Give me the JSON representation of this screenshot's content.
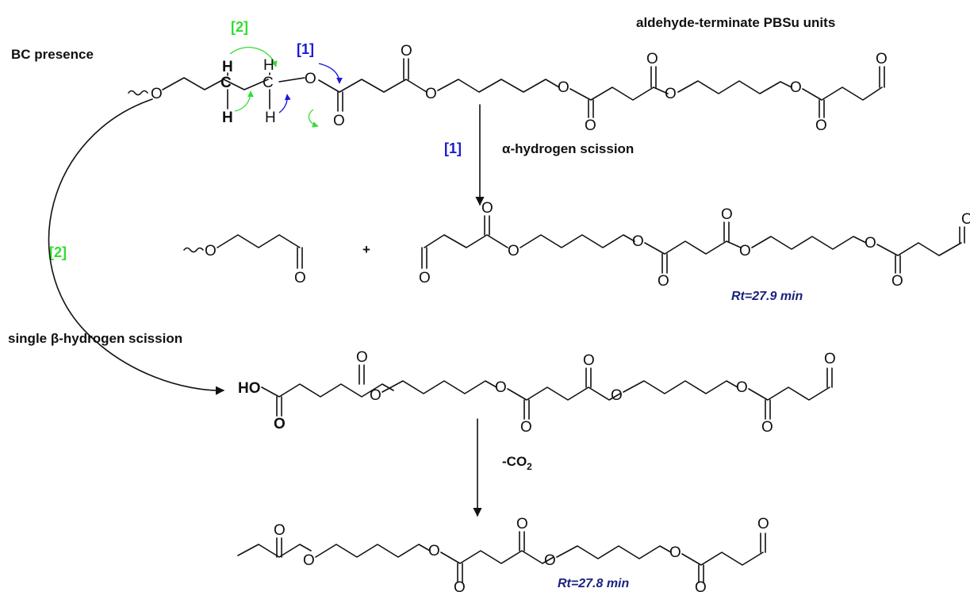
{
  "title": "aldehyde-terminate PBSu units",
  "condition_label": "BC presence",
  "pathway_1": {
    "marker": "[1]",
    "name": "α-hydrogen scission",
    "color": "#1a1ad6"
  },
  "pathway_2": {
    "marker": "[2]",
    "name": "single β-hydrogen scission",
    "color": "#33dd33"
  },
  "decarboxylation_label": "-CO",
  "decarboxylation_subscript": "2",
  "plus_sign": "+",
  "retention_times": {
    "product_1": "Rt=27.9 min",
    "product_2": "Rt=27.8 min"
  },
  "atoms": {
    "oxygen": "O",
    "hydrogen": "H",
    "carbon": "C",
    "hydroxyl": "HO"
  },
  "colors": {
    "ink": "#111111",
    "retention_time": "#1a237e"
  }
}
